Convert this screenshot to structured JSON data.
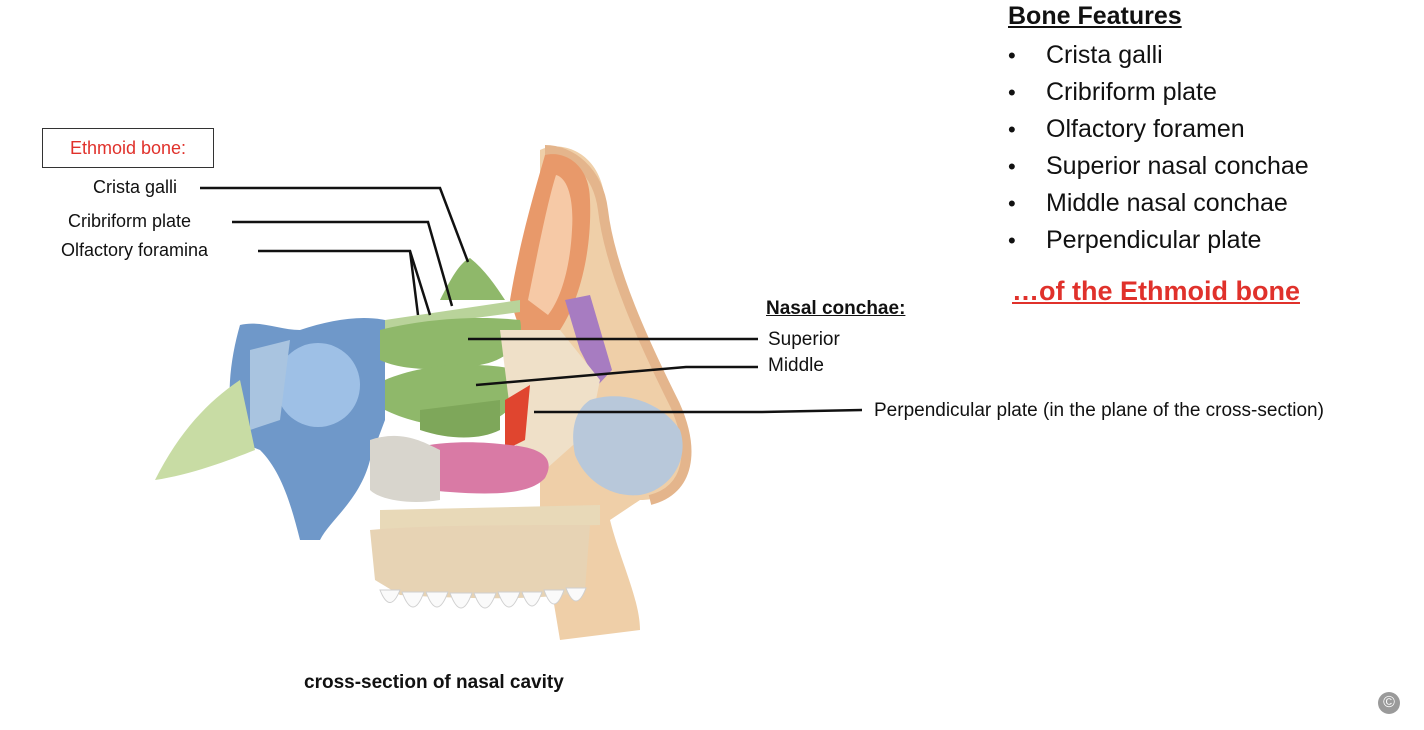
{
  "ethmoid_bone_heading": "Ethmoid bone:",
  "left_labels": {
    "crista_galli": "Crista galli",
    "cribriform_plate": "Cribriform plate",
    "olfactory_foramina": "Olfactory foramina"
  },
  "nasal_conchae": {
    "heading": "Nasal conchae:",
    "superior": "Superior",
    "middle": "Middle"
  },
  "perpendicular_plate_label": "Perpendicular plate (in the plane of the cross-section)",
  "caption": "cross-section of nasal cavity",
  "bone_features": {
    "title": "Bone Features",
    "bullet": "•",
    "items": [
      "Crista galli",
      "Cribriform plate",
      "Olfactory foramen",
      "Superior nasal conchae",
      "Middle nasal conchae",
      "Perpendicular plate"
    ],
    "footer": "…of the Ethmoid bone"
  },
  "copyright_symbol": "©",
  "colors": {
    "accent_red": "#e0312b",
    "ethmoid_green": "#8fb86a",
    "sphenoid_blue": "#6f98c9",
    "palate_pink": "#d97aa5",
    "frontal_orange": "#e8996a",
    "septum_tan": "#efe0c8"
  }
}
